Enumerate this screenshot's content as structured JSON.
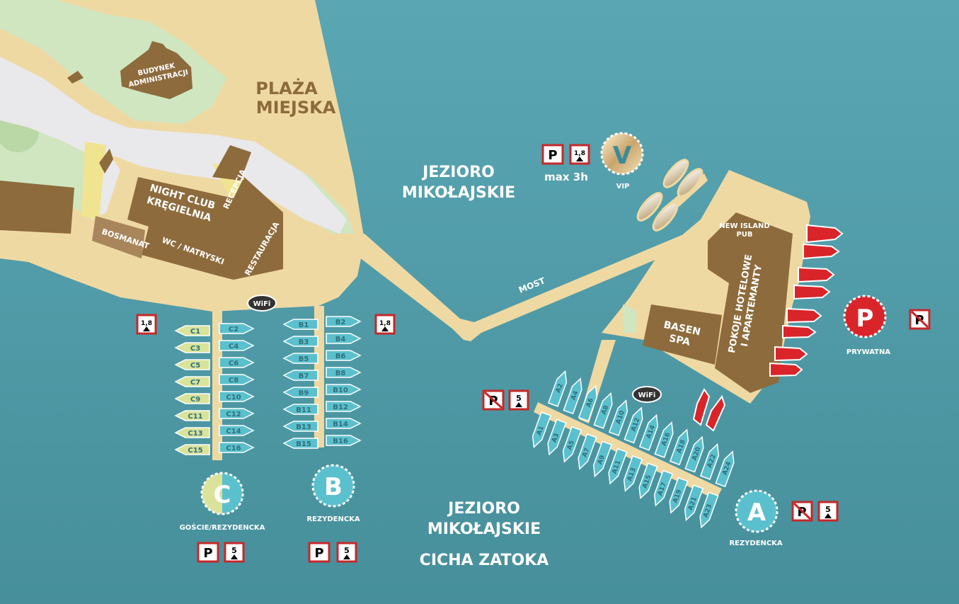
{
  "labels": {
    "plaza_line1": "PLAŻA",
    "plaza_line2": "MIEJSKA",
    "budynek_line1": "BUDYNEK",
    "budynek_line2": "ADMINISTRACJI",
    "nightclub_line1": "NIGHT CLUB",
    "nightclub_line2": "KRĘGIELNIA",
    "recepcja": "RECEPCJA",
    "bosmanat": "BOSMANAT",
    "wc": "WC / NATRYSKI",
    "restauracja": "RESTAURACJA",
    "lake_north_line1": "JEZIORO",
    "lake_north_line2": "MIKOŁAJSKIE",
    "lake_south_line1": "JEZIORO",
    "lake_south_line2": "MIKOŁAJSKIE",
    "cicha_zatoka": "CICHA ZATOKA",
    "most": "MOST",
    "pub_line1": "NEW ISLAND",
    "pub_line2": "PUB",
    "hotel_line1": "POKOJE HOTELOWE",
    "hotel_line2": "I APARTEMANTY",
    "basen_line1": "BASEN",
    "basen_line2": "SPA",
    "vip": "VIP",
    "max3h": "max 3h",
    "prywatna": "PRYWATNA",
    "goscie": "GOŚCIE/REZYDENCKA",
    "rezydencka_b": "REZYDENCKA",
    "rezydencka_a": "REZYDENCKA"
  },
  "zones": {
    "c": "C",
    "b": "B",
    "a": "A",
    "v": "V",
    "p": "P"
  },
  "signs": {
    "parking": "P",
    "depth": "1,8",
    "length": "5",
    "wifi": "WiFi"
  },
  "piers": {
    "c_left": [
      "C1",
      "C3",
      "C5",
      "C7",
      "C9",
      "C11",
      "C13",
      "C15"
    ],
    "c_right": [
      "C2",
      "C4",
      "C6",
      "C8",
      "C10",
      "C12",
      "C14",
      "C16"
    ],
    "b_left": [
      "B1",
      "B3",
      "B5",
      "B7",
      "B9",
      "B11",
      "B13",
      "B15"
    ],
    "b_right": [
      "B2",
      "B4",
      "B6",
      "B8",
      "B10",
      "B12",
      "B14",
      "B16"
    ],
    "a_top": [
      "A2",
      "A4",
      "A6",
      "A8",
      "A10",
      "A12",
      "A14",
      "A16",
      "A18",
      "A20",
      "A22",
      "A24"
    ],
    "a_bottom": [
      "A1",
      "A3",
      "A5",
      "A7",
      "A9",
      "A11",
      "A13",
      "A15",
      "A17",
      "A19",
      "A21",
      "A23"
    ]
  },
  "colors": {
    "water": "#4e9aa6",
    "land": "#efd9a3",
    "building": "#8d6b3c",
    "boat_c": "#d9e39a",
    "boat_blue": "#5bc0cd",
    "red": "#d9252a",
    "green": "#cfe6c0"
  }
}
